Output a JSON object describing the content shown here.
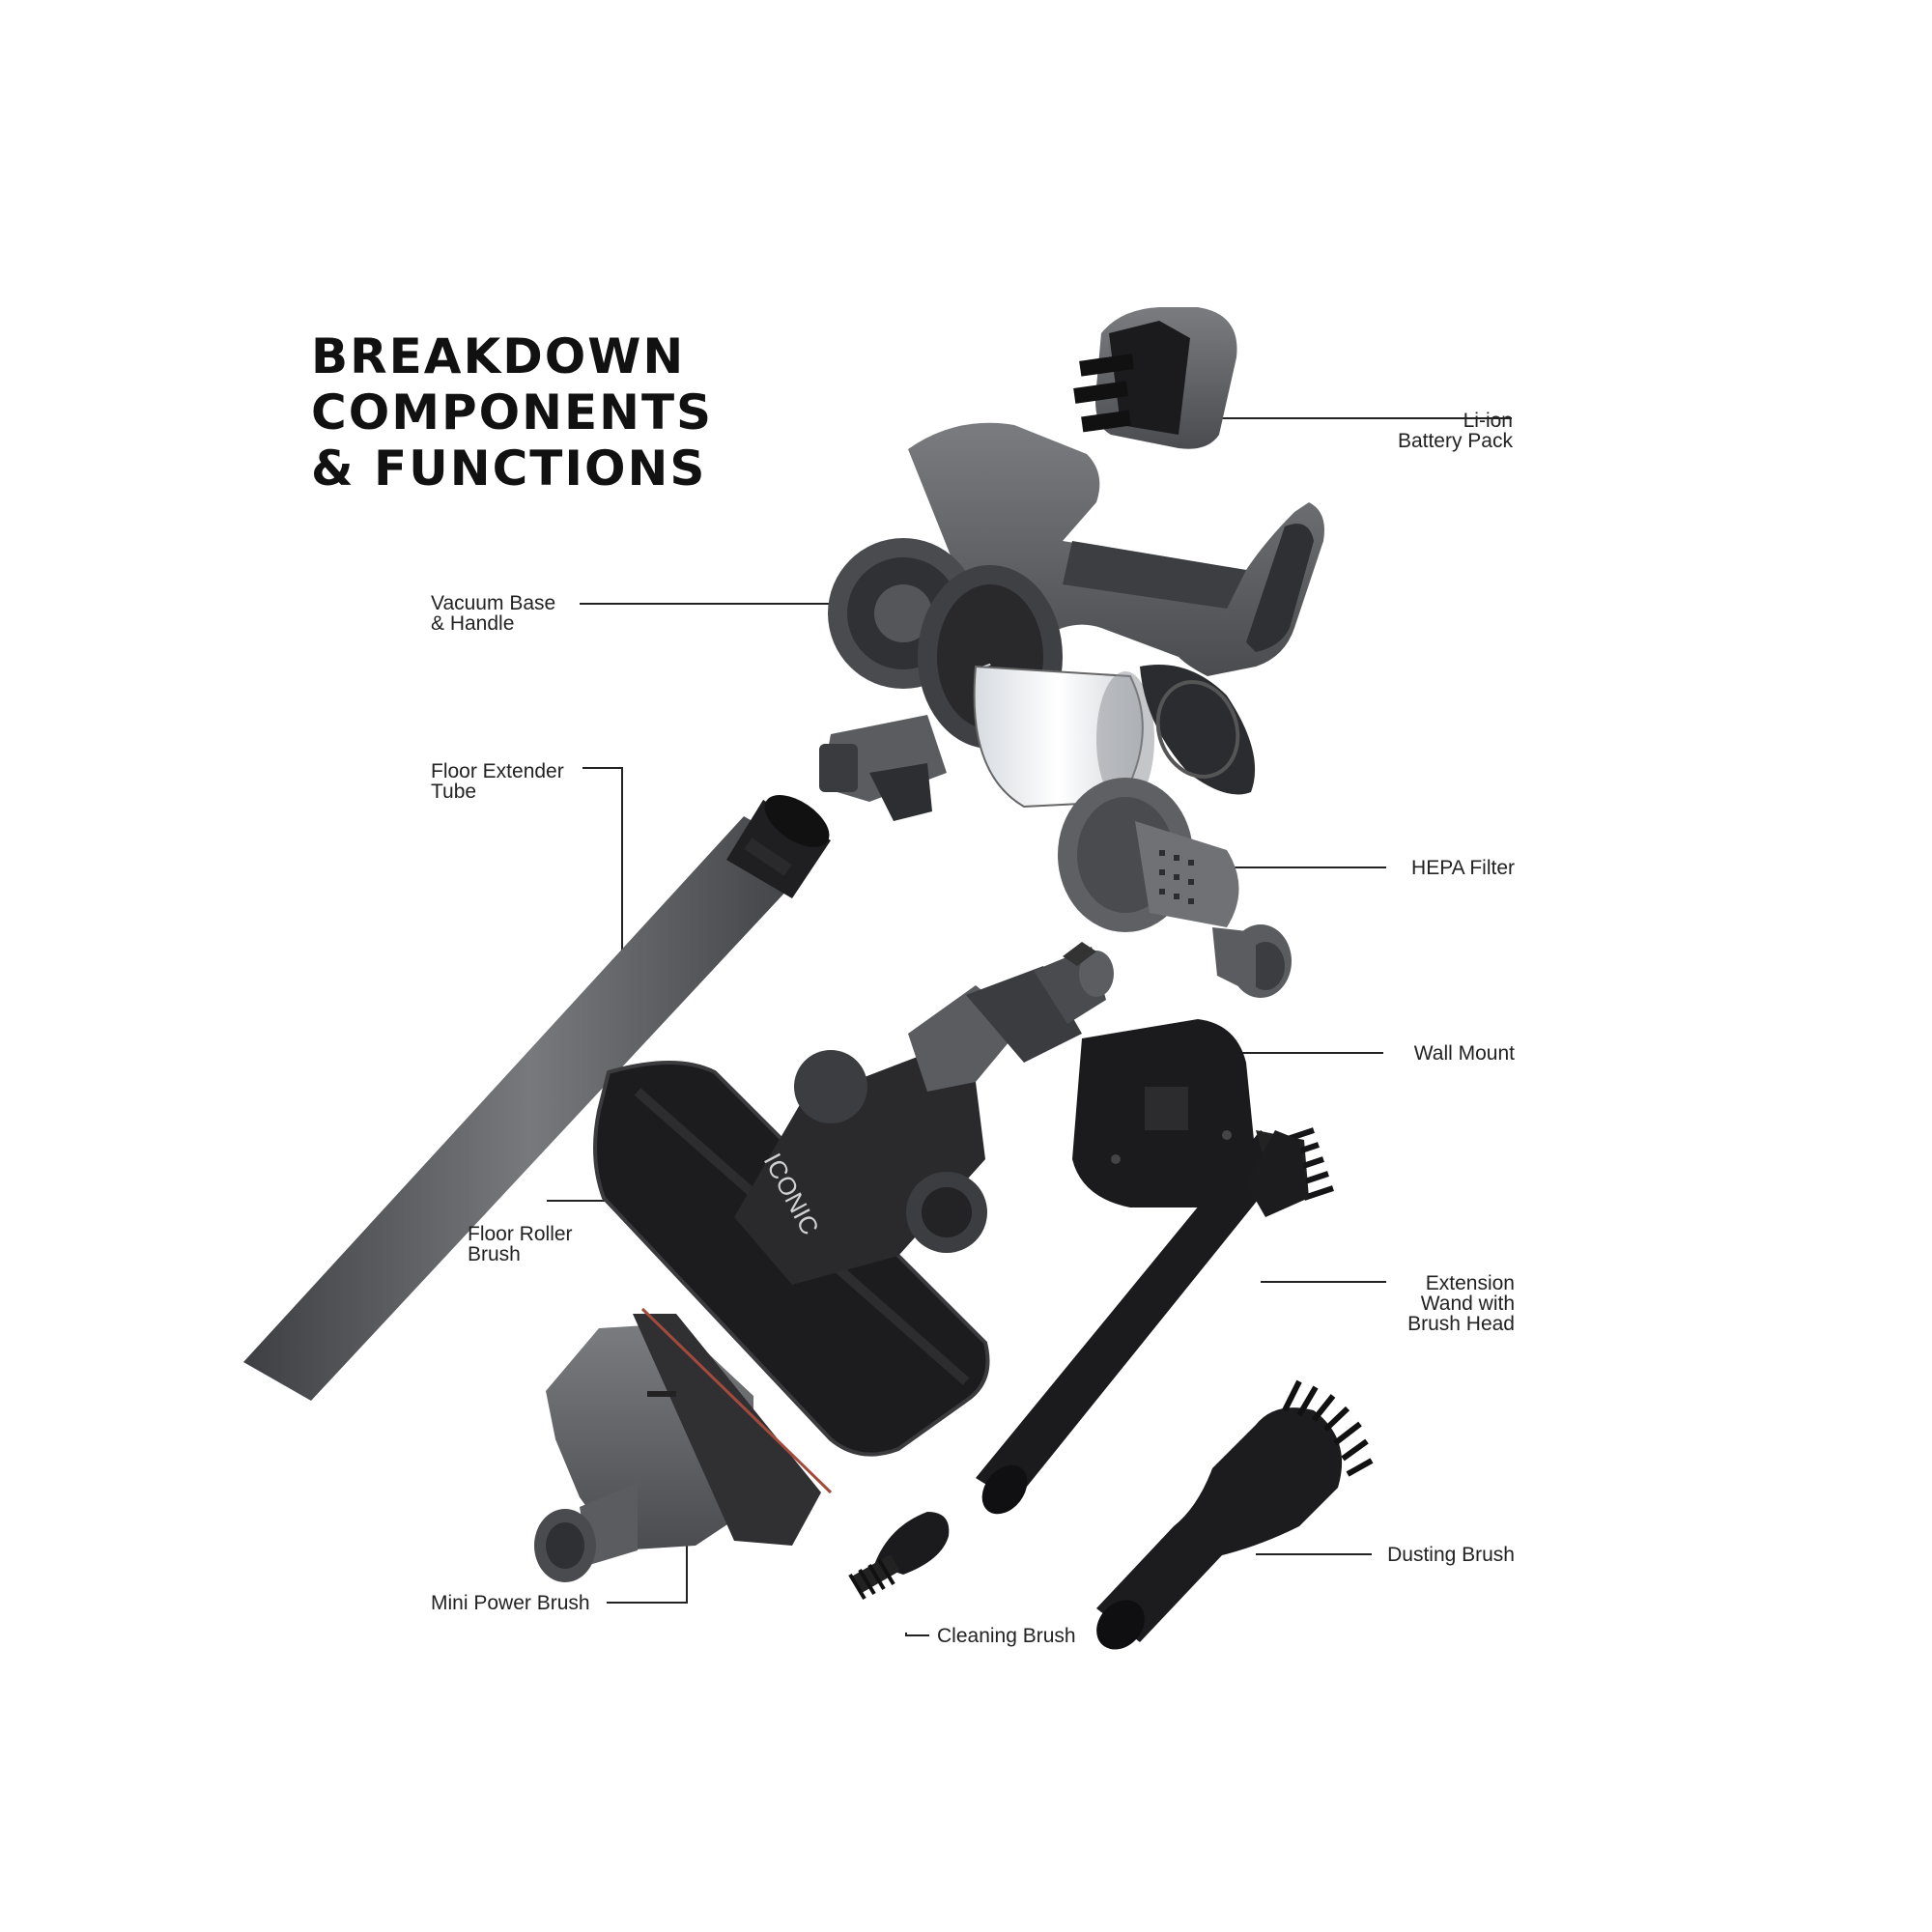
{
  "heading": {
    "line1": "BREAKDOWN",
    "line2": "COMPONENTS",
    "line3": "& FUNCTIONS"
  },
  "brand_mark": "ICONIC",
  "labels": {
    "battery": {
      "line1": "Li-ion",
      "line2": "Battery Pack"
    },
    "vacuum_base": {
      "line1": "Vacuum Base",
      "line2": "& Handle"
    },
    "extender_tube": {
      "line1": "Floor Extender",
      "line2": "Tube"
    },
    "hepa_filter": {
      "line1": "HEPA Filter"
    },
    "wall_mount": {
      "line1": "Wall Mount"
    },
    "roller_brush": {
      "line1": "Floor Roller",
      "line2": "Brush"
    },
    "extension_wand": {
      "line1": "Extension",
      "line2": "Wand with",
      "line3": "Brush Head"
    },
    "mini_power_brush": {
      "line1": "Mini Power Brush"
    },
    "cleaning_brush": {
      "line1": "Cleaning Brush"
    },
    "dusting_brush": {
      "line1": "Dusting Brush"
    }
  },
  "colors": {
    "body_gray": "#5b5c5f",
    "dark_gray": "#3a3b3e",
    "black_part": "#1c1c1e",
    "clear_bin": "#e9ecef",
    "leader_line": "#222222"
  }
}
